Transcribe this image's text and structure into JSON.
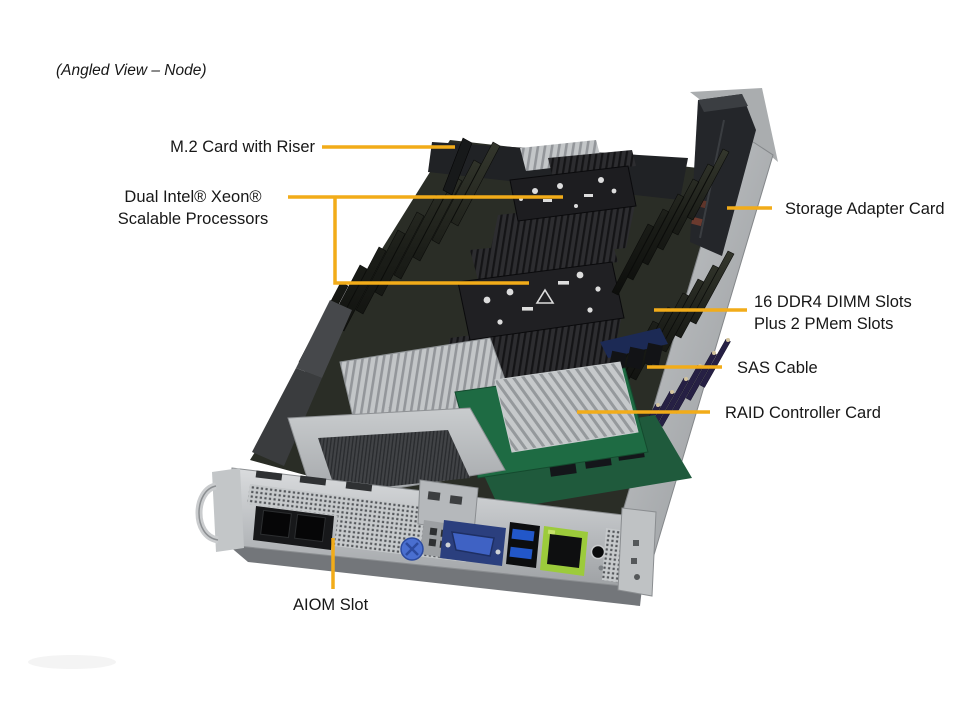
{
  "caption": "(Angled View – Node)",
  "callouts": [
    {
      "id": "m2",
      "lines": [
        "M.2 Card with Riser"
      ]
    },
    {
      "id": "xeon",
      "lines": [
        "Dual Intel® Xeon®",
        "Scalable Processors"
      ]
    },
    {
      "id": "storage",
      "lines": [
        "Storage Adapter Card"
      ]
    },
    {
      "id": "dimm",
      "lines": [
        "16 DDR4 DIMM Slots",
        "Plus 2 PMem Slots"
      ]
    },
    {
      "id": "sas",
      "lines": [
        "SAS Cable"
      ]
    },
    {
      "id": "raid",
      "lines": [
        "RAID Controller Card"
      ]
    },
    {
      "id": "aiom",
      "lines": [
        "AIOM Slot"
      ]
    }
  ],
  "colors": {
    "leader_line": "#F2AC19",
    "label_text": "#171717",
    "background": "#ffffff"
  }
}
